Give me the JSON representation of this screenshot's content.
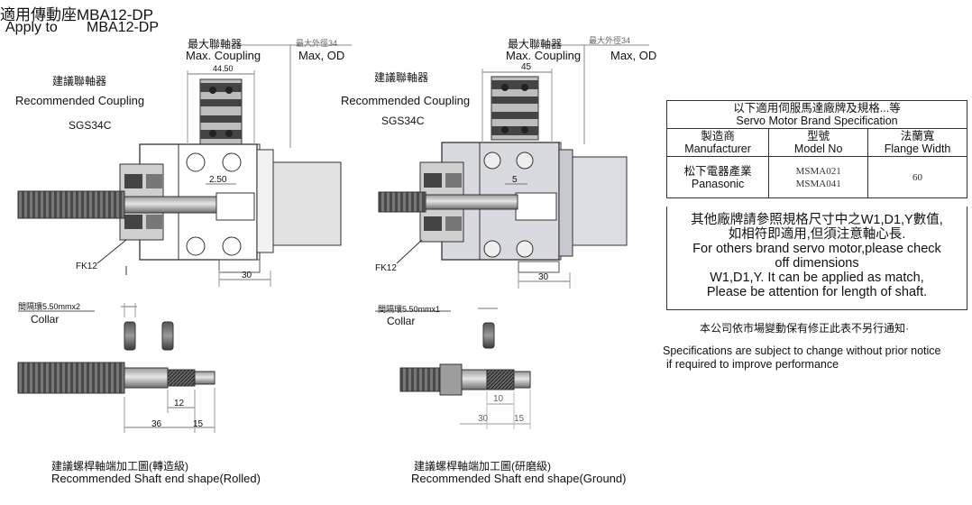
{
  "header": {
    "title_cn": "適用傳動座MBA12-DP",
    "apply_label": "Apply to",
    "apply_model": "MBA12-DP"
  },
  "left": {
    "max_coupling_cn": "最大聯軸器",
    "max_coupling_en": "Max. Coupling",
    "max_od_cn": "最大外徑34",
    "max_od_en": "Max, OD",
    "rec_coupling_cn": "建議聯軸器",
    "rec_coupling_en": "Recommended Coupling",
    "coupling_model": "SGS34C",
    "dim_coupling": "44.50",
    "dim_gap": "2.50",
    "dim_bottom": "30",
    "bearing": "FK12",
    "collar_spec": "間隔環5.50mmx2",
    "collar_label": "Collar",
    "dim_shaft_a": "12",
    "dim_shaft_b": "36",
    "dim_shaft_c": "15",
    "shaft_cn": "建議螺桿軸端加工圖(轉造級)",
    "shaft_en": "Recommended Shaft end shape(Rolled)"
  },
  "right": {
    "max_coupling_cn": "最大聯軸器",
    "max_coupling_en": "Max. Coupling",
    "max_od_cn": "最大外徑34",
    "max_od_en": "Max, OD",
    "rec_coupling_cn": "建議聯軸器",
    "rec_coupling_en": "Recommended Coupling",
    "coupling_model": "SGS34C",
    "dim_coupling": "45",
    "dim_gap": "5",
    "dim_bottom": "30",
    "bearing": "FK12",
    "collar_spec": "間隔環5.50mmx1",
    "collar_label": "Collar",
    "dim_shaft_a": "10",
    "dim_shaft_b": "30",
    "dim_shaft_c": "15",
    "shaft_cn": "建議螺桿軸端加工圖(研磨級)",
    "shaft_en": "Recommended Shaft end shape(Ground)"
  },
  "spec_table": {
    "title_cn": "以下適用伺服馬達廠牌及規格...等",
    "title_en": "Servo Motor Brand Specification",
    "col1_cn": "製造商",
    "col1_en": "Manufacturer",
    "col2_cn": "型號",
    "col2_en": "Model No",
    "col3_cn": "法蘭寬",
    "col3_en": "Flange Width",
    "maker_cn": "松下電器產業",
    "maker_en": "Panasonic",
    "model_1": "MSMA021",
    "model_2": "MSMA041",
    "flange": "60"
  },
  "notes": {
    "cn_line1": "其他廠牌請參照規格尺寸中之W1,D1,Y數值,",
    "cn_line2": "如相符即適用,但須注意軸心長.",
    "en_line1": "For others brand servo motor,please check",
    "en_line2": "off dimensions",
    "en_line3": "W1,D1,Y. It can be applied as match,",
    "en_line4": "Please be attention for length of shaft.",
    "notice_cn": "本公司依市場變動保有修正此表不另行通知·",
    "notice_en1": "Specifications are subject to change without prior notice",
    "notice_en2": "if required to improve performance"
  }
}
